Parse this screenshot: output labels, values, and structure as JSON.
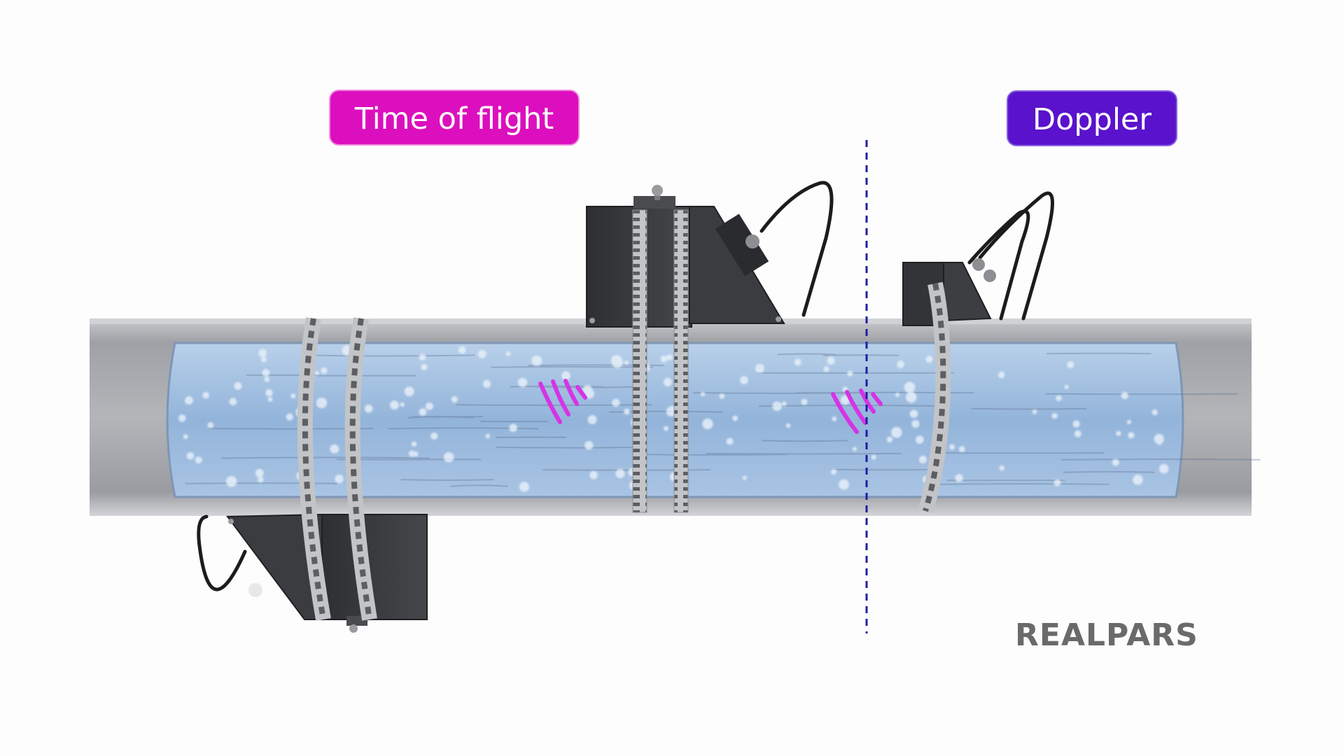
{
  "labels": {
    "time_of_flight": "Time of flight",
    "doppler": "Doppler"
  },
  "brand": {
    "name": "REALPARS"
  },
  "colors": {
    "time_of_flight_badge": "#dc0fbe",
    "doppler_badge": "#5a12cc",
    "divider_line": "#1e1ea0",
    "sound_wave": "#d633e6",
    "fluid": "#9bbcdf",
    "pipe": "#a9abb0"
  },
  "icons": {
    "sound_wave": "sound-wave-icon",
    "transducer": "transducer-icon",
    "clamp_strap": "clamp-strap-icon"
  }
}
